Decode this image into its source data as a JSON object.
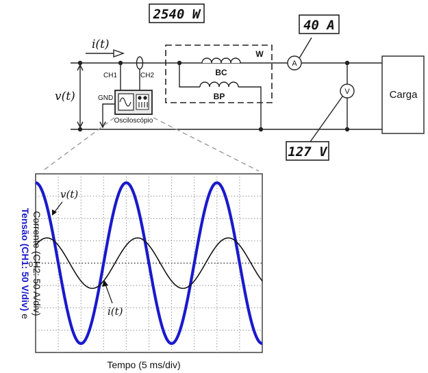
{
  "circuit": {
    "wattmeter_display": "2540 W",
    "ammeter_display": "40 A",
    "voltmeter_display": "127 V",
    "current_label": "i(t)",
    "voltage_label": "v(t)",
    "ch1_label": "CH1",
    "ch2_label": "CH2",
    "gnd_label": "GND",
    "oscilloscope_label": "Osciloscópio",
    "current_coil_label": "BC",
    "potential_coil_label": "BP",
    "wattmeter_label": "W",
    "ammeter_symbol": "A",
    "voltmeter_symbol": "V",
    "load_label": "Carga"
  },
  "chart_data": {
    "type": "line",
    "xlabel": "Tempo (5 ms/div)",
    "ylabel_part1": "Tensão (CH1: 50 V/div)",
    "ylabel_part2": " e ",
    "ylabel_part3": "Corrente (CH2: 50 A/div)",
    "zero_tick_label": "0",
    "x_divisions": 10,
    "y_divisions": 8,
    "x_range_ms": [
      0,
      50
    ],
    "y_range_div": [
      -4,
      4
    ],
    "series": [
      {
        "name": "v(t)",
        "amplitude_div": 3.6,
        "period_ms": 20,
        "phase_deg": 90,
        "color": "#1a1acc"
      },
      {
        "name": "i(t)",
        "amplitude_div": 1.13,
        "period_ms": 20,
        "phase_deg": 45,
        "color": "#111111"
      }
    ],
    "annotations": [
      {
        "text": "v(t)",
        "target": "v(t)"
      },
      {
        "text": "i(t)",
        "target": "i(t)"
      }
    ]
  }
}
